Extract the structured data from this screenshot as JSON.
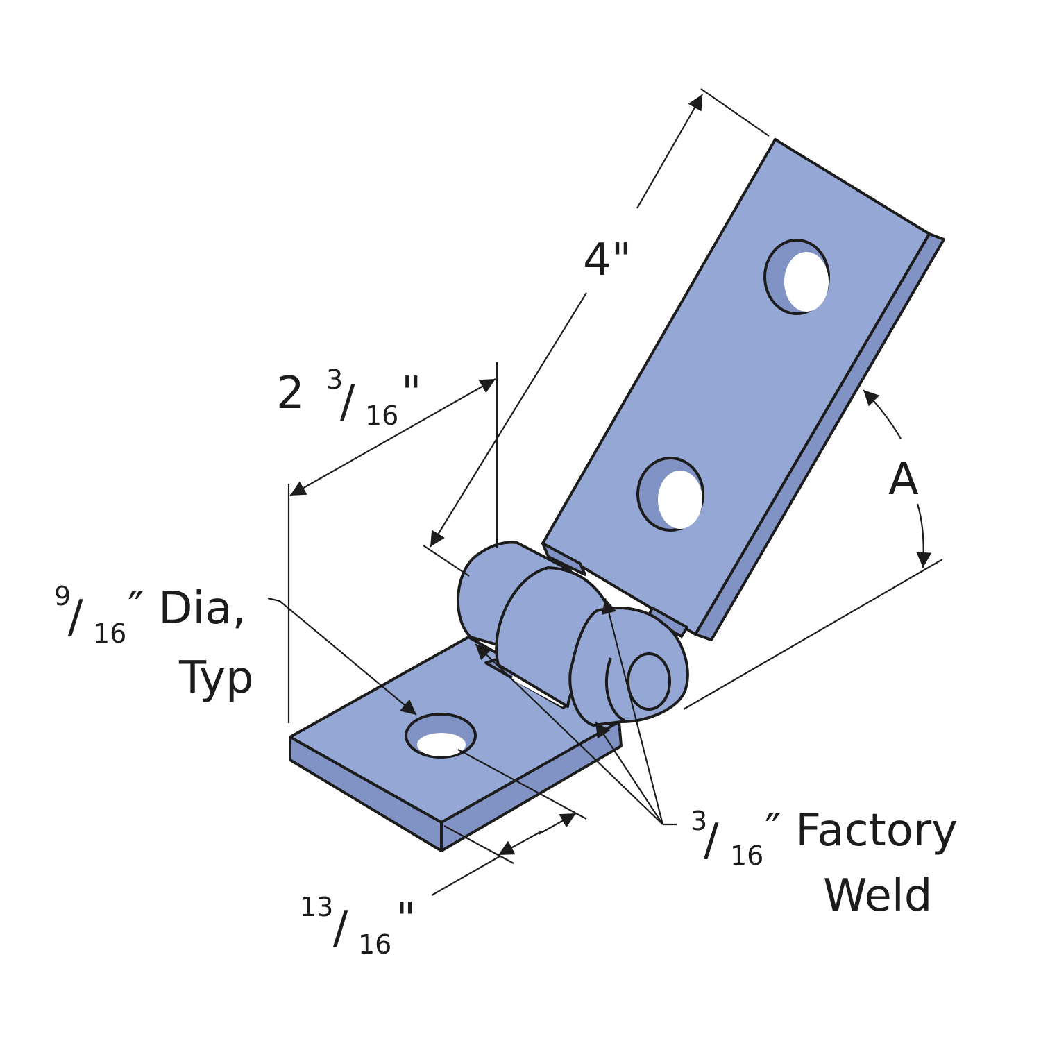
{
  "diagram": {
    "colors": {
      "plate": "#95a7d4",
      "plate_dark": "#8193c4",
      "outline": "#1c1c1c",
      "hole": "#ffffff",
      "background": "#ffffff"
    },
    "labels": {
      "length_4": "4\"",
      "width_whole": "2",
      "width_num": "3",
      "width_slash": "/",
      "width_den": "16",
      "width_inch": "\"",
      "hole_num": "9",
      "hole_slash": "/",
      "hole_den": "16",
      "hole_text": "″ Dia,",
      "hole_text2": "Typ",
      "edge_num": "13",
      "edge_slash": "/",
      "edge_den": "16",
      "edge_inch": "\"",
      "weld_num": "3",
      "weld_slash": "/",
      "weld_den": "16",
      "weld_text": "″ Factory",
      "weld_text2": "Weld",
      "angle": "A"
    }
  }
}
